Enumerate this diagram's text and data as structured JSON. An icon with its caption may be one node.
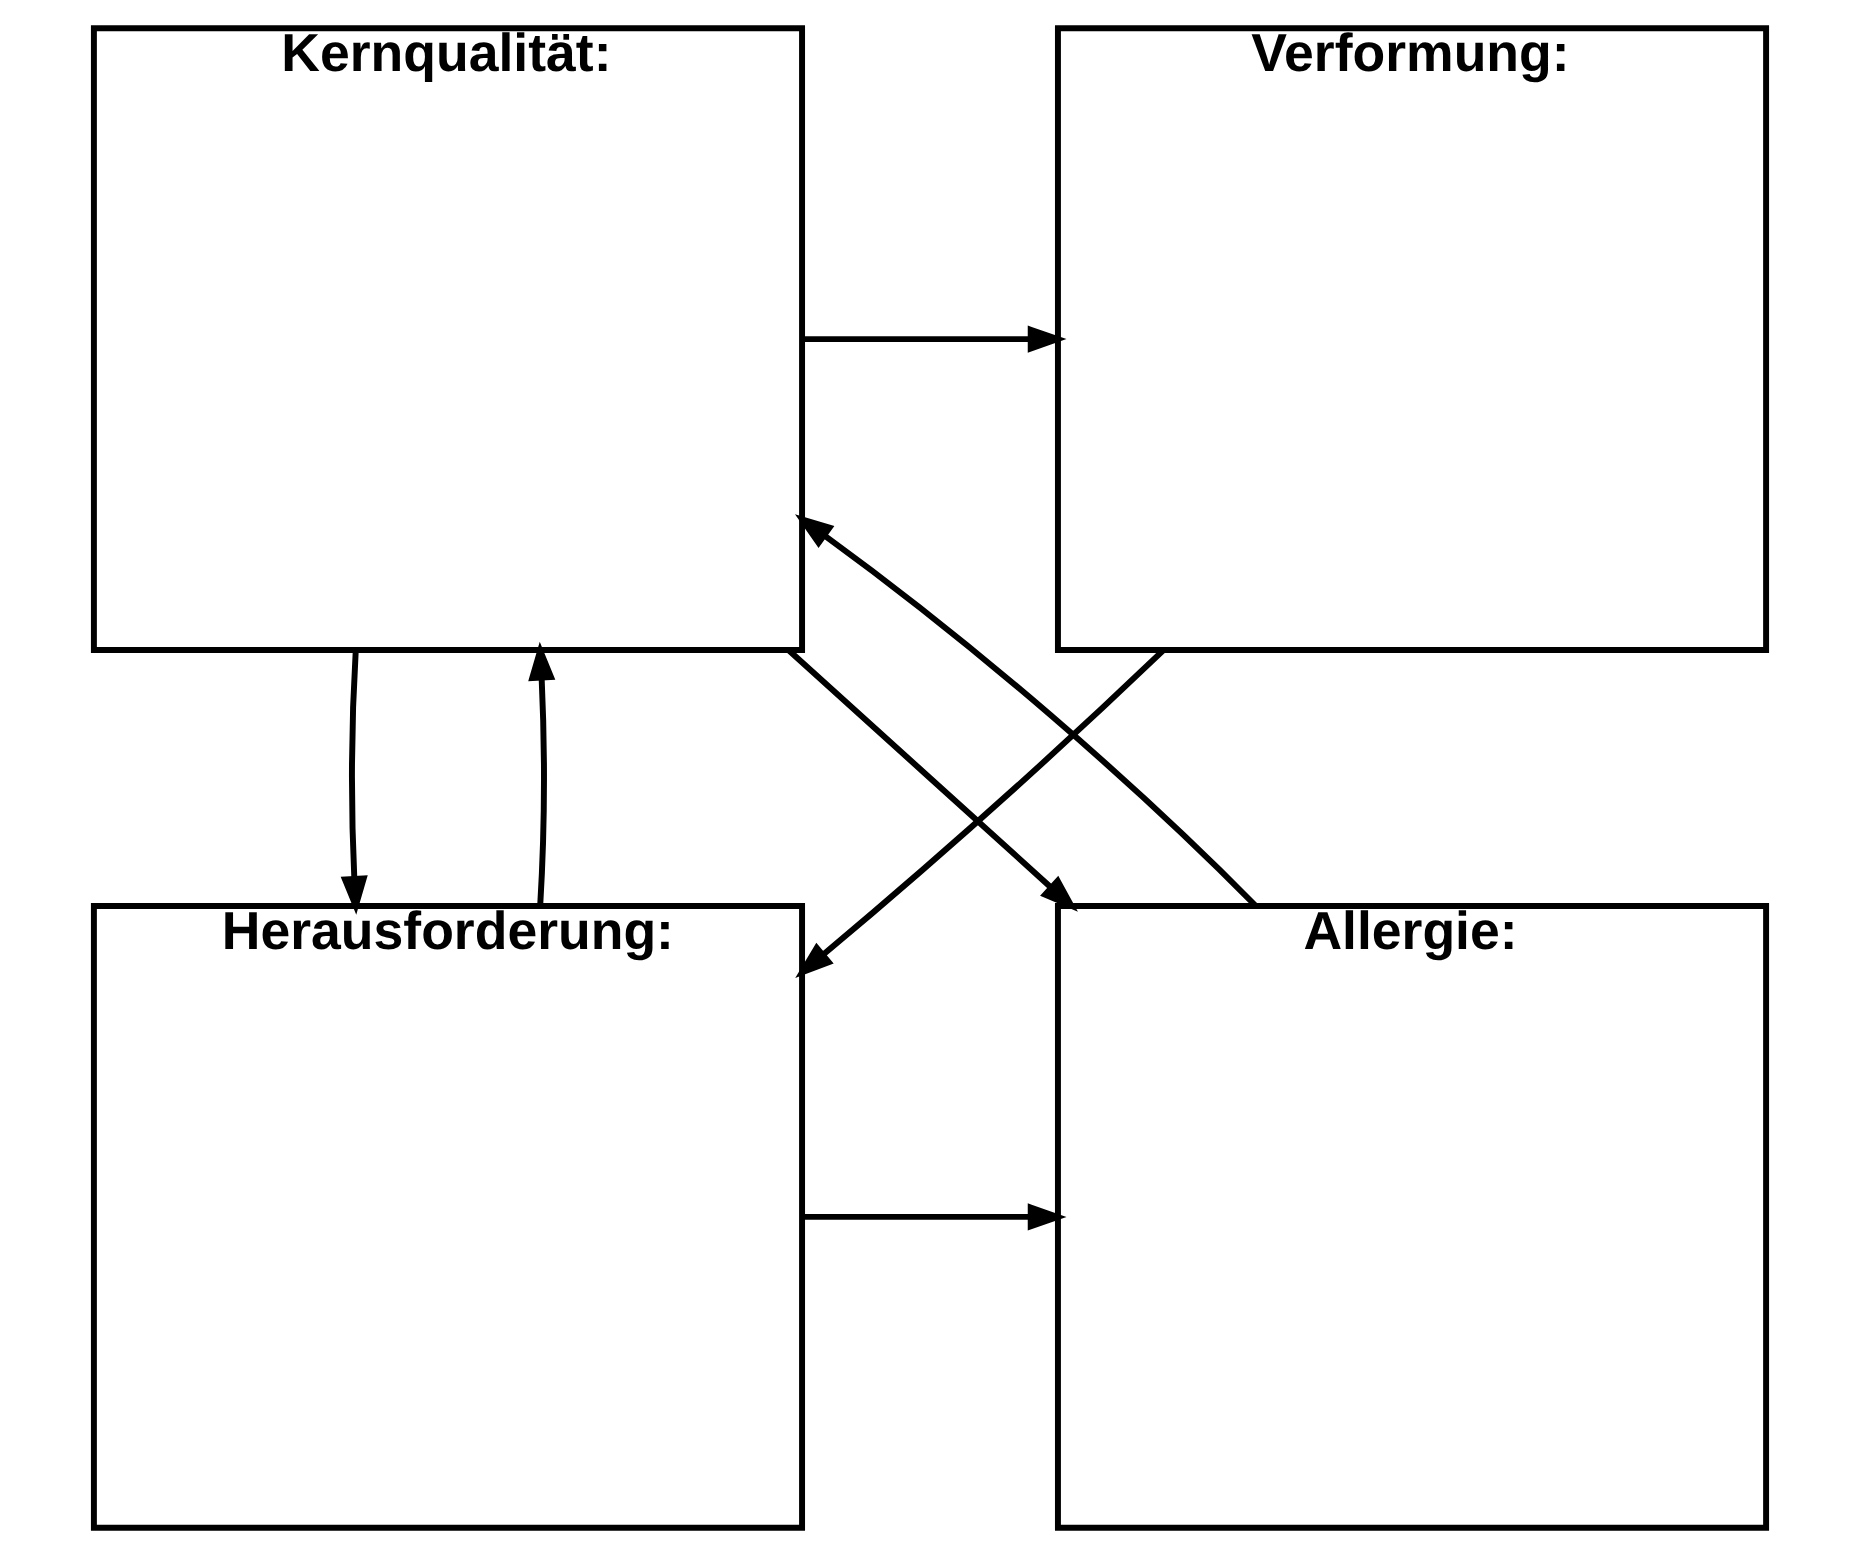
{
  "diagram": {
    "nodes": [
      {
        "text": [
          "Kernqualität:"
        ]
      },
      {
        "text": [
          "Verformung:"
        ]
      },
      {
        "text": [
          "Allergie:"
        ]
      },
      {
        "text": [
          "Herausforderung:"
        ]
      }
    ],
    "edges": [
      {
        "from": 0,
        "to": 1,
        "arrow": "to"
      },
      {
        "from": 0,
        "to": 2,
        "arrow": "to"
      },
      {
        "from": 2,
        "to": 0,
        "arrow": "to"
      },
      {
        "from": 0,
        "to": 3,
        "arrow": "to"
      },
      {
        "from": 3,
        "to": 0,
        "arrow": "to"
      },
      {
        "from": 1,
        "to": 3,
        "arrow": "to"
      },
      {
        "from": 3,
        "to": 2,
        "arrow": "to"
      }
    ]
  }
}
